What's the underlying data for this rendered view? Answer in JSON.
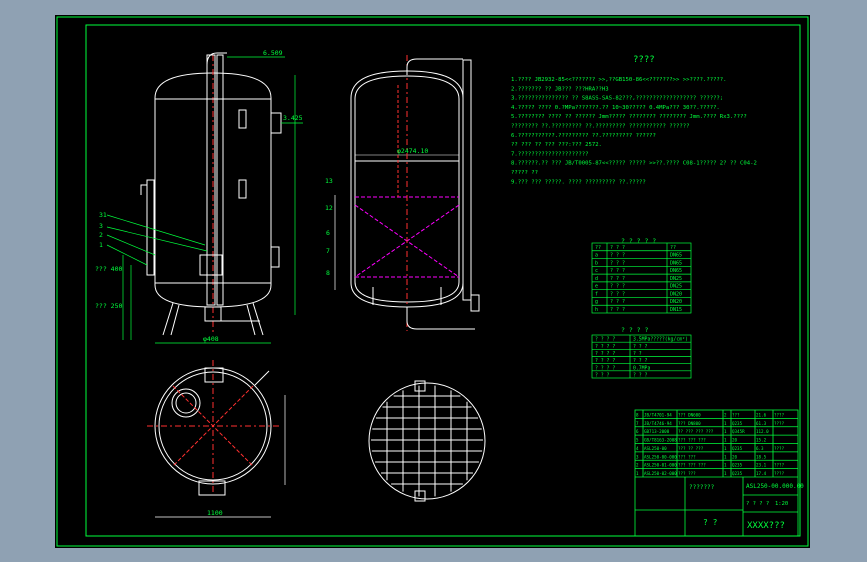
{
  "colors": {
    "app_background": "#8fa1b3",
    "sheet": "#000000",
    "frame": "#00ff3c",
    "vessel": "#ffffff",
    "notes": "#00ff3c",
    "dims": "#00ff3c",
    "center": "#ff3030",
    "filter_bed": "#ff00ff",
    "title_text": "#00ff3c",
    "table_text": "#00ff3c"
  },
  "notes": {
    "title": "????",
    "lines": [
      "1.???? JB2932-85<<??????? >>,??GB150-86<<???????>> >>????.?????.",
      "2.??????? ?? JB??? ???HRA??H3",
      "3.??????????????? ?? S8ASS-SAS-82???,?????????????????? ??????;",
      "4.????? ???? 0.?MPa???????.?? 10~30????? 0.4MPa??? 30??.?????.",
      "5.???????? ???? ?? ?????? Jmm????? ???????? ???????? Jmm.???? Rx3.????",
      "  ???????? ??.????????? ??.????????? ??????????? ??????",
      "6.???????????.????????? ??.????????? ??????",
      "  ?? ??? ?? ??? ???:??? 2572.",
      "7.?????????????????????",
      "8.??????.?? ??? JB/T0005-87<<????? ????? >>??.???? C08-1????? 2? ?? C04-2",
      "  ????? ??",
      "9.??? ??? ?????. ???? ????????? ??.?????"
    ]
  },
  "dimensions": {
    "top_nozzle": "6.509",
    "right_nozzle": "3.425",
    "tank_diameter": "φ2474.10",
    "levels": [
      "??? 400",
      "??? 250"
    ],
    "bottom_span": "φ408",
    "plan_span": "1100",
    "callouts": [
      "31",
      "3",
      "2",
      "1",
      "13",
      "12",
      "6",
      "7",
      "8"
    ]
  },
  "tech_table": {
    "title": "? ? ? ? ?",
    "header": [
      "??",
      "?  ?  ?",
      "??"
    ],
    "rows": [
      [
        "a",
        "? ? ?",
        "DN65"
      ],
      [
        "b",
        "? ? ?",
        "DN65"
      ],
      [
        "c",
        "? ? ?",
        "DN65"
      ],
      [
        "d",
        "? ? ?",
        "DN25"
      ],
      [
        "e",
        "? ? ?",
        "DN25"
      ],
      [
        "f",
        "? ? ?",
        "DN20"
      ],
      [
        "g",
        "? ? ?",
        "DN20"
      ],
      [
        "h",
        "? ? ?",
        "DN15"
      ]
    ]
  },
  "spec_table": {
    "title": "? ? ? ?",
    "rows": [
      [
        "? ? ? ?",
        "3.5MPa?????(kg/cm²)"
      ],
      [
        "? ? ? ?",
        "? ? ?"
      ],
      [
        "? ? ? ?",
        "? ?"
      ],
      [
        "? ? ? ?",
        "? ? ?"
      ],
      [
        "? ? ? ?",
        "0.7MPa"
      ],
      [
        "? ? ?",
        "? ?   ?"
      ]
    ]
  },
  "bom": {
    "rows": [
      [
        "8",
        "JB/T4701-94",
        "??? DN600",
        "2",
        "???",
        "21.6",
        "????"
      ],
      [
        "7",
        "JB/T4746-94",
        "??? DN800",
        "1",
        "Q235",
        "61.3",
        "????"
      ],
      [
        "6",
        "GB713-2008",
        "?? ??? ??? ???",
        "1",
        "Q345R",
        "112.0",
        ""
      ],
      [
        "5",
        "GB/T8163-2008",
        "??? ??? ???",
        "1",
        "20",
        "15.2",
        ""
      ],
      [
        "4",
        "ASL250-00",
        "??? ?? ???",
        "1",
        "Q235",
        "6.3",
        "????"
      ],
      [
        "3",
        "ASL250-00-000",
        "??? ???",
        "1",
        "20",
        "18.5",
        ""
      ],
      [
        "2",
        "ASL250-01-000",
        "??? ??? ???",
        "1",
        "Q235",
        "23.1",
        "????"
      ],
      [
        "1",
        "ASL250-02-000",
        "??? ???",
        "1",
        "Q235",
        "17.4",
        "????"
      ]
    ],
    "header_label": "???????",
    "drawing_no": "ASL250-00.000.00",
    "project_label": "? ?",
    "company": "XXXX???",
    "scale": "1:20",
    "sheet_info": "? ? ? ?"
  }
}
